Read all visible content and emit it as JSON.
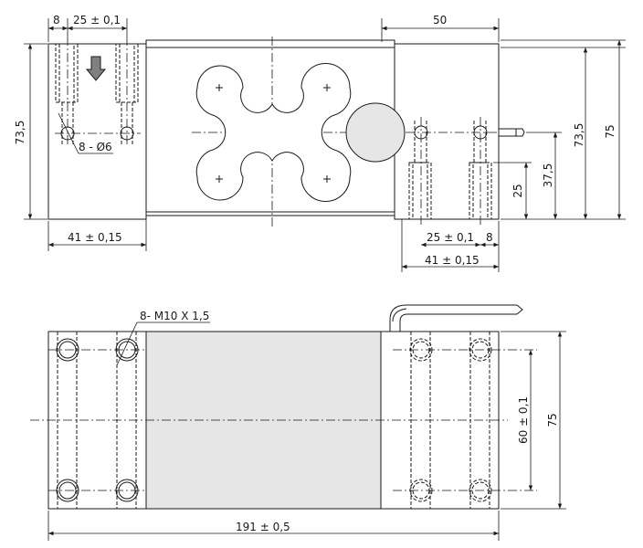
{
  "drawing": {
    "top_view": {
      "dim_hole_offset": "8",
      "dim_hole_spacing": "25 ± 0,1",
      "dim_cable_offset": "50",
      "dim_height_left": "73,5",
      "dim_height_right_inner": "73,5",
      "dim_width": "75",
      "dim_cable_height": "37,5",
      "dim_hole_height": "25",
      "dim_holes_label": "8 - Ø6",
      "dim_left_hole_group": "41 ± 0,15",
      "dim_right_hole_spacing": "25 ± 0,1",
      "dim_right_hole_offset": "8",
      "dim_right_hole_group": "41 ± 0,15"
    },
    "bottom_view": {
      "thread_label": "8- M10 X 1,5",
      "dim_hole_row_spacing": "60 ± 0,1",
      "dim_width": "75",
      "dim_length": "191 ± 0,5"
    },
    "colors": {
      "line": "#1a1a1a",
      "fill_grey": "#e6e6e6",
      "arrow_grey": "#808080"
    }
  }
}
